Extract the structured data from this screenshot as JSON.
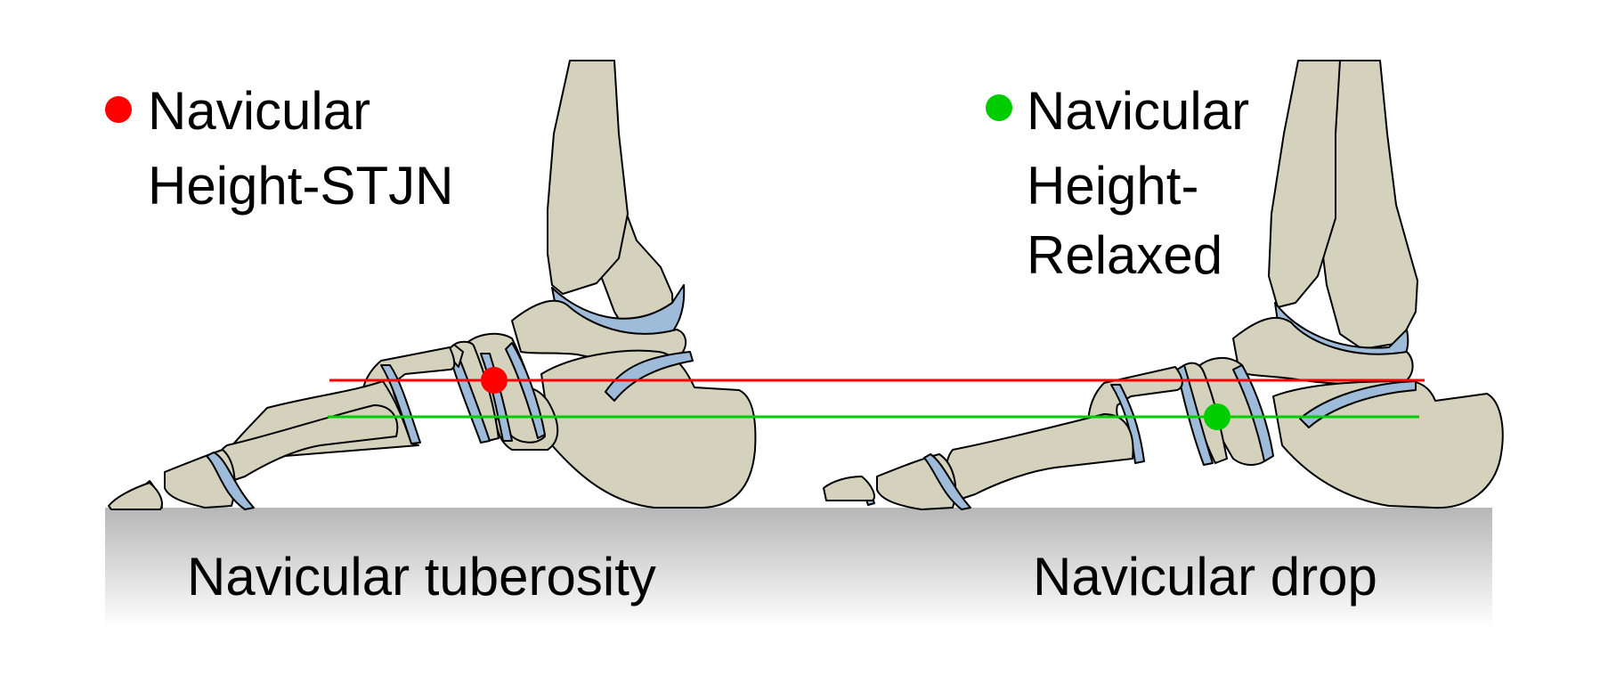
{
  "legend": {
    "stjn": {
      "lines": [
        "Navicular",
        "Height-STJN"
      ],
      "marker_color": "#ff0000"
    },
    "relaxed": {
      "lines": [
        "Navicular",
        "Height-",
        "Relaxed"
      ],
      "marker_color": "#00cc00"
    }
  },
  "captions": {
    "left": "Navicular tuberosity",
    "right": "Navicular drop"
  },
  "colors": {
    "bone_fill": "#d4d2bd",
    "cartilage_fill": "#9ebbd9",
    "outline": "#000000",
    "stjn_line": "#ff0000",
    "relaxed_line": "#00cc00",
    "ground_top": "#b7b7b7",
    "ground_bottom": "#ffffff"
  }
}
